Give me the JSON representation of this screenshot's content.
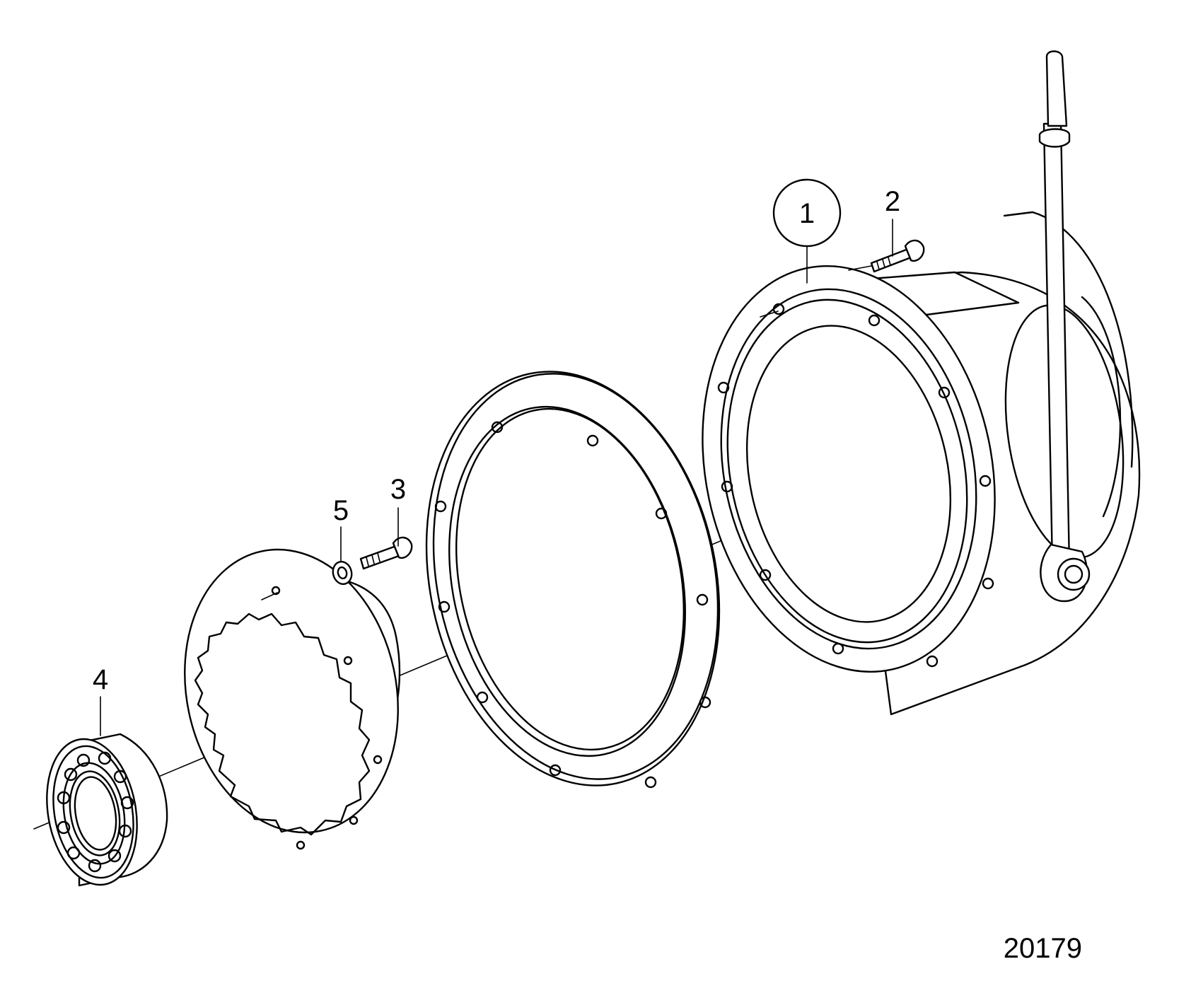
{
  "figure": {
    "drawing_number": "20179",
    "callouts": {
      "housing": "1",
      "housing_screw": "2",
      "gear_screw": "3",
      "bearing": "4",
      "washer": "5"
    }
  },
  "colors": {
    "line": "#000000",
    "background": "#ffffff"
  }
}
